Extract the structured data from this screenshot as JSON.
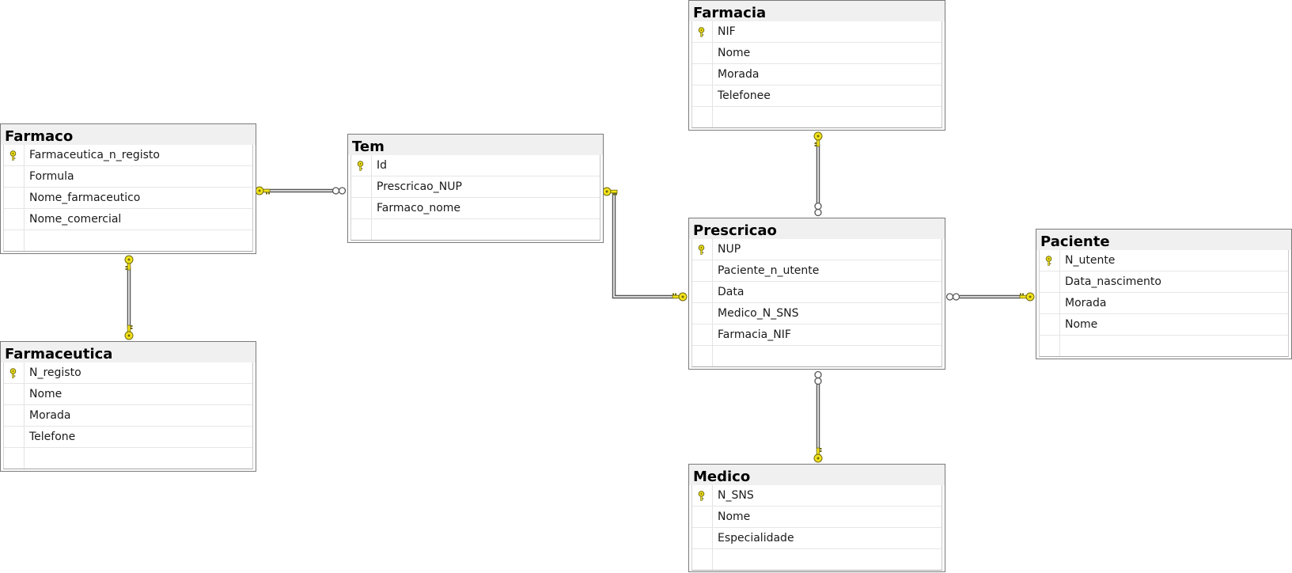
{
  "tables": [
    {
      "title": "Farmacia",
      "fields": [
        {
          "name": "NIF",
          "pk": true
        },
        {
          "name": "Nome"
        },
        {
          "name": "Morada"
        },
        {
          "name": "Telefonee"
        }
      ]
    },
    {
      "title": "Farmaco",
      "fields": [
        {
          "name": "Farmaceutica_n_registo",
          "pk": true
        },
        {
          "name": "Formula"
        },
        {
          "name": "Nome_farmaceutico"
        },
        {
          "name": "Nome_comercial"
        }
      ]
    },
    {
      "title": "Tem",
      "fields": [
        {
          "name": "Id",
          "pk": true
        },
        {
          "name": "Prescricao_NUP"
        },
        {
          "name": "Farmaco_nome"
        }
      ]
    },
    {
      "title": "Prescricao",
      "fields": [
        {
          "name": "NUP",
          "pk": true
        },
        {
          "name": "Paciente_n_utente"
        },
        {
          "name": "Data"
        },
        {
          "name": "Medico_N_SNS"
        },
        {
          "name": "Farmacia_NIF"
        }
      ]
    },
    {
      "title": "Paciente",
      "fields": [
        {
          "name": "N_utente",
          "pk": true
        },
        {
          "name": "Data_nascimento"
        },
        {
          "name": "Morada"
        },
        {
          "name": "Nome"
        }
      ]
    },
    {
      "title": "Farmaceutica",
      "fields": [
        {
          "name": "N_registo",
          "pk": true
        },
        {
          "name": "Nome"
        },
        {
          "name": "Morada"
        },
        {
          "name": "Telefone"
        }
      ]
    },
    {
      "title": "Medico",
      "fields": [
        {
          "name": "N_SNS",
          "pk": true
        },
        {
          "name": "Nome"
        },
        {
          "name": "Especialidade"
        }
      ]
    }
  ],
  "relationships": [
    {
      "from": "Farmaco",
      "to": "Tem",
      "from_end": "key",
      "to_end": "many"
    },
    {
      "from": "Farmaco",
      "to": "Farmaceutica",
      "from_end": "key",
      "to_end": "key"
    },
    {
      "from": "Tem",
      "to": "Prescricao",
      "from_end": "key",
      "to_end": "key"
    },
    {
      "from": "Farmacia",
      "to": "Prescricao",
      "from_end": "key",
      "to_end": "many"
    },
    {
      "from": "Prescricao",
      "to": "Paciente",
      "from_end": "many",
      "to_end": "key"
    },
    {
      "from": "Prescricao",
      "to": "Medico",
      "from_end": "many",
      "to_end": "key"
    }
  ],
  "colors": {
    "key": "#f2e21a",
    "key_outline": "#6e6a10",
    "line": "#555555",
    "border": "#7a7a7a",
    "header": "#f0f0f0"
  }
}
